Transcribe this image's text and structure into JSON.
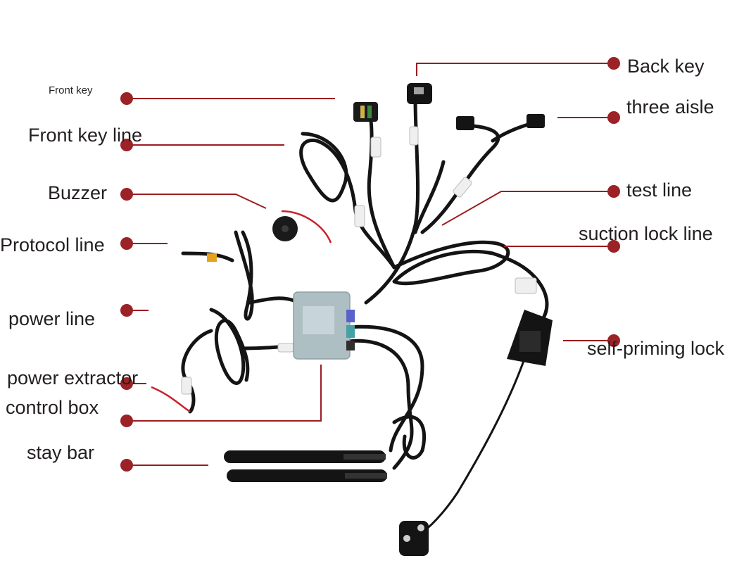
{
  "labels": {
    "front_key": "Front key",
    "front_key_line": "Front key line",
    "buzzer": "Buzzer",
    "protocol_line": "Protocol line",
    "power_line": "power line",
    "power_extractor": "power extractor",
    "control_box": "control box",
    "stay_bar": "stay bar",
    "back_key": "Back key",
    "three_aisle": "three aisle",
    "test_line": "test line",
    "suction_lock_line": "suction lock line",
    "self_priming_lock": "self-priming lock"
  },
  "colors": {
    "leader": "#9b1c1f",
    "dot": "#9b2226",
    "cable": "#141414",
    "module": "#aebfc4",
    "background": "#ffffff"
  }
}
